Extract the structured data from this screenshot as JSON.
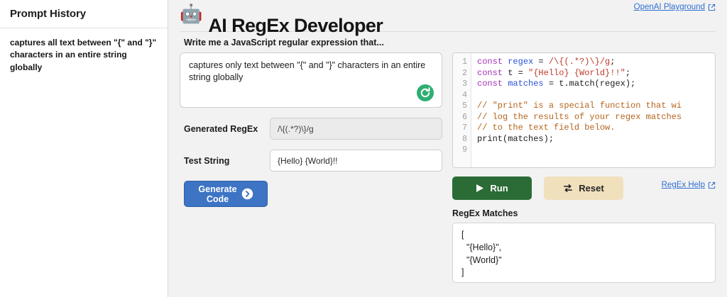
{
  "sidebar": {
    "title": "Prompt History",
    "items": [
      {
        "text": "captures all text between \"{\" and \"}\" characters in an entire string globally"
      }
    ]
  },
  "header": {
    "robot_icon": "🤖",
    "title": "AI RegEx Developer",
    "playground_link": "OpenAI Playground"
  },
  "prompt": {
    "label": "Write me a JavaScript regular expression that...",
    "value": "captures only text between \"{\" and \"}\" characters in an entire string globally",
    "refresh_icon": "refresh-icon"
  },
  "fields": {
    "regex_label": "Generated RegEx",
    "regex_value": "/\\{(.*?)\\}/g",
    "test_label": "Test String",
    "test_value": "{Hello} {World}!!"
  },
  "buttons": {
    "generate_line1": "Generate",
    "generate_line2": "Code",
    "run": "Run",
    "reset": "Reset"
  },
  "code": {
    "line_numbers": [
      "1",
      "2",
      "3",
      "4",
      "5",
      "6",
      "7",
      "8",
      "9"
    ],
    "lines": [
      {
        "n": 1,
        "tokens": [
          {
            "t": "const ",
            "c": "kw"
          },
          {
            "t": "regex",
            "c": "var"
          },
          {
            "t": " = ",
            "c": "pl"
          },
          {
            "t": "/\\{(.*?)\\}/g",
            "c": "rx"
          },
          {
            "t": ";",
            "c": "pl"
          }
        ]
      },
      {
        "n": 2,
        "tokens": [
          {
            "t": "const ",
            "c": "kw"
          },
          {
            "t": "t",
            "c": "pl"
          },
          {
            "t": " = ",
            "c": "pl"
          },
          {
            "t": "\"{Hello} {World}!!\"",
            "c": "str"
          },
          {
            "t": ";",
            "c": "pl"
          }
        ]
      },
      {
        "n": 3,
        "tokens": [
          {
            "t": "const ",
            "c": "kw"
          },
          {
            "t": "matches",
            "c": "var"
          },
          {
            "t": " = t.match(regex);",
            "c": "pl"
          }
        ]
      },
      {
        "n": 4,
        "tokens": []
      },
      {
        "n": 5,
        "tokens": [
          {
            "t": "// \"print\" is a special function that wi",
            "c": "com"
          }
        ]
      },
      {
        "n": 6,
        "tokens": [
          {
            "t": "// log the results of your regex matches",
            "c": "com"
          }
        ]
      },
      {
        "n": 7,
        "tokens": [
          {
            "t": "// to the text field below.",
            "c": "com"
          }
        ]
      },
      {
        "n": 8,
        "tokens": [
          {
            "t": "print(matches);",
            "c": "pl"
          }
        ]
      },
      {
        "n": 9,
        "tokens": []
      }
    ]
  },
  "help": {
    "link": "RegEx Help"
  },
  "matches": {
    "label": "RegEx Matches",
    "output": "[\n  \"{Hello}\",\n  \"{World}\"\n]"
  },
  "colors": {
    "accent_blue": "#3d74c4",
    "run_green": "#2b6b35",
    "reset_tan": "#f0e0bc",
    "link_blue": "#2f6fd0",
    "refresh_green": "#2eae72"
  }
}
